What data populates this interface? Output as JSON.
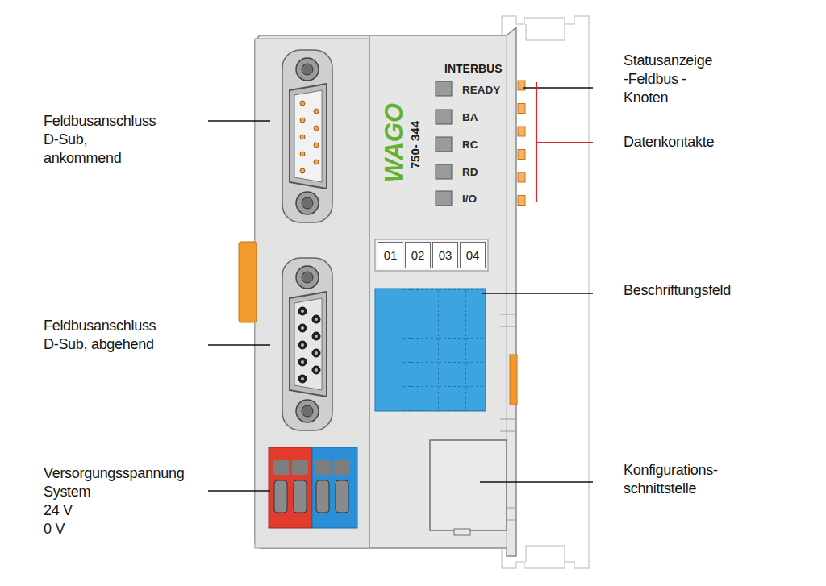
{
  "diagram": {
    "nodes": [
      {
        "text": [
          "01"
        ]
      },
      {
        "text": [
          "02"
        ]
      },
      {
        "text": [
          "03"
        ]
      },
      {
        "text": [
          "04"
        ]
      }
    ],
    "labels": [
      "INTERBUS",
      "READY",
      "BA",
      "RC",
      "RD",
      "I/O",
      "WAGO",
      "750- 344",
      "Feldbusanschluss D-Sub, ankommend",
      "Feldbusanschluss D-Sub, abgehend",
      "Versorgungsspannung System",
      "24 V",
      "0 V",
      "Statusanzeige -Feldbus -Knoten",
      "Datenkontakte",
      "Beschriftungsfeld",
      "Konfigurations- schnittstelle"
    ]
  }
}
